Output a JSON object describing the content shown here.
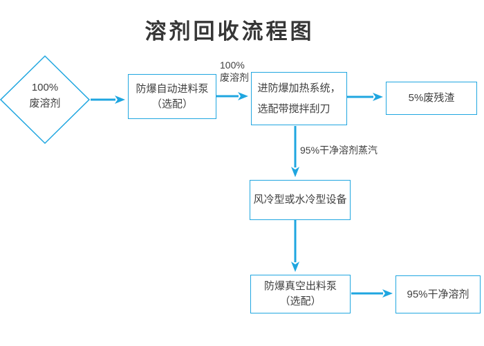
{
  "title": "溶剂回收流程图",
  "colors": {
    "accent": "#1fa6e0",
    "text": "#3f3f3f",
    "title": "#363636",
    "background": "#ffffff"
  },
  "nodes": {
    "waste_solvent": {
      "line1": "100%",
      "line2": "废溶剂"
    },
    "feed_pump": {
      "line1": "防爆自动进料泵",
      "line2": "（选配）"
    },
    "heating_system": {
      "line1": "进防爆加热系统，",
      "line2": "选配带搅拌刮刀"
    },
    "waste_residue": {
      "label": "5%废残渣"
    },
    "cooling_device": {
      "label": "风冷型或水冷型设备"
    },
    "discharge_pump": {
      "line1": "防爆真空出料泵",
      "line2": "（选配）"
    },
    "clean_solvent": {
      "label": "95%干净溶剂"
    }
  },
  "edge_labels": {
    "pump_to_heating_line1": "100%",
    "pump_to_heating_line2": "废溶剂",
    "heating_to_cooling": "95%干净溶剂蒸汽"
  }
}
